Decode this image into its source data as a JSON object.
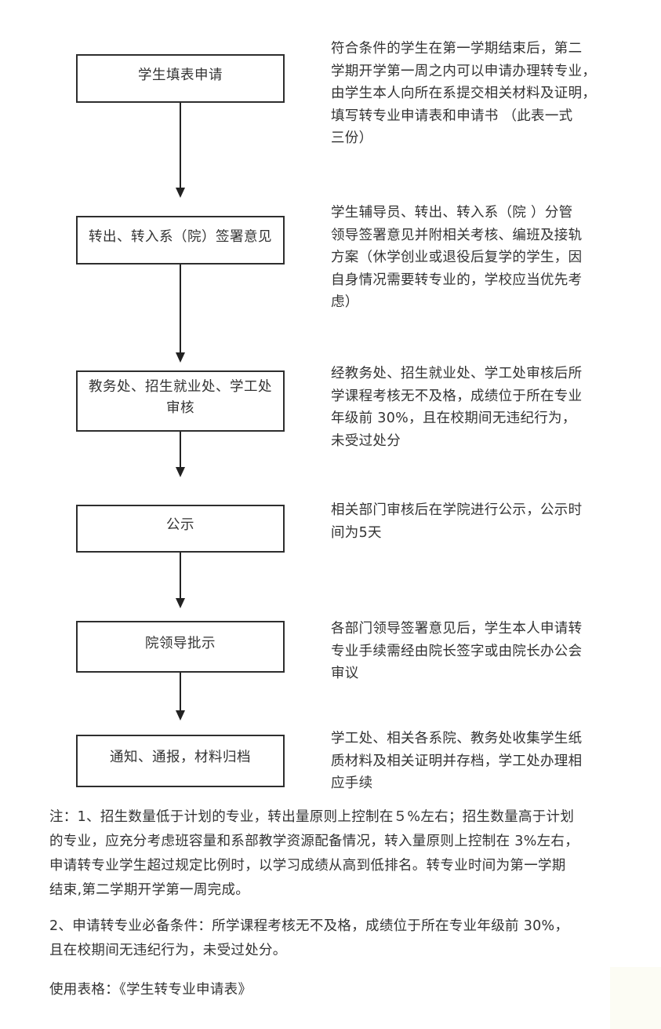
{
  "page": {
    "background": "#ffffff",
    "text_color": "#333333",
    "box_border_color": "#2e2e2e",
    "arrow_color": "#222222"
  },
  "flow": {
    "steps": [
      {
        "box_label": "学生填表申请",
        "description": "符合条件的学生在第一学期结束后，第二\n学期开学第一周之内可以申请办理转专业，\n由学生本人向所在系提交相关材料及证明，\n填写转专业申请表和申请书 （此表一式\n三份）"
      },
      {
        "box_label": "转出、转入系（院）签署意见",
        "description": "学生辅导员、转出、转入系（院 ）分管\n领导签署意见并附相关考核、编班及接轨\n方案（休学创业或退役后复学的学生，因\n自身情况需要转专业的，学校应当优先考\n虑）"
      },
      {
        "box_label": "教务处、招生就业处、学工处\n审核",
        "description": "经教务处、招生就业处、学工处审核后所\n学课程考核无不及格，成绩位于所在专业\n年级前 30%，且在校期间无违纪行为，\n未受过处分"
      },
      {
        "box_label": "公示",
        "description": "相关部门审核后在学院进行公示，公示时\n间为5天"
      },
      {
        "box_label": "院领导批示",
        "description": "各部门领导签署意见后，学生本人申请转\n专业手续需经由院长签字或由院长办公会\n审议"
      },
      {
        "box_label": "通知、通报，材料归档",
        "description": "学工处、相关各系院、教务处收集学生纸\n质材料及相关证明并存档，学工处办理相\n应手续"
      }
    ]
  },
  "notes": {
    "note1": "注：1、招生数量低于计划的专业，转出量原则上控制在５%左右；招生数量高于计划\n的专业，应充分考虑班容量和系部教学资源配备情况，转入量原则上控制在 3%左右，\n申请转专业学生超过规定比例时，以学习成绩从高到低排名。转专业时间为第一学期\n结束,第二学期开学第一周完成。",
    "note2": "2、申请转专业必备条件：所学课程考核无不及格，成绩位于所在专业年级前 30%，\n且在校期间无违纪行为，未受过处分。",
    "note3": "使用表格：《学生转专业申请表》"
  }
}
